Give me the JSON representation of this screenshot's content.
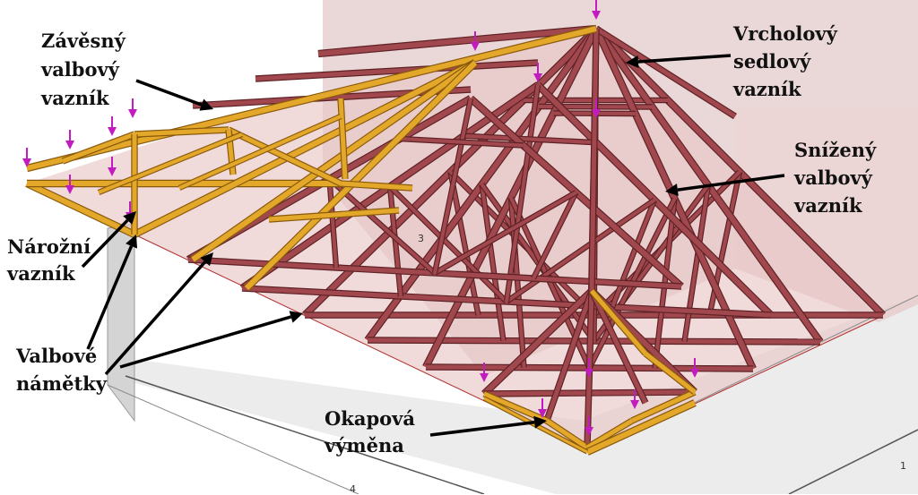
{
  "labels": {
    "zavesny": [
      "Závěsný",
      "valbový",
      "vazník"
    ],
    "vrcholovy": [
      "Vrcholový",
      "sedlový",
      "vazník"
    ],
    "snizeny": [
      "Snížený",
      "valbový",
      "vazník"
    ],
    "narozni": [
      "Nárožní",
      "vazník"
    ],
    "valbove": [
      "Valbové",
      "námětky"
    ],
    "okapova": [
      "Okapová",
      "výměna"
    ]
  },
  "grid_numbers": {
    "n3": "3",
    "n4": "4",
    "n1": "1"
  },
  "colors": {
    "red_truss": "#a0484d",
    "red_dark": "#5e2226",
    "yellow_truss": "#e3a82a",
    "yellow_dark": "#8a5a0c",
    "load_arrow": "#c21bbf",
    "roof_plane": "#e8c6c6",
    "wall": "#d8d8d8",
    "floor": "#ececec"
  },
  "icons": {
    "load": "load-arrow-icon",
    "pointer": "pointer-arrow-icon"
  }
}
